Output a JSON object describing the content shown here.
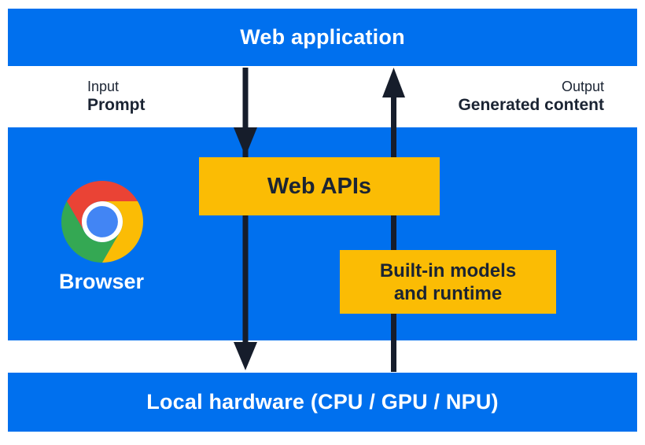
{
  "colors": {
    "panel_blue": "#0070EE",
    "box_yellow": "#FBBC04",
    "text_navy": "#1B2433",
    "arrow_navy": "#161D2B",
    "text_white": "#FFFFFF",
    "chrome_red": "#EA4335",
    "chrome_yellow": "#FBBC05",
    "chrome_green": "#34A853",
    "chrome_blue": "#4285F4"
  },
  "diagram": {
    "top_bar": {
      "label": "Web application"
    },
    "input_group": {
      "caption": "Input",
      "label": "Prompt"
    },
    "output_group": {
      "caption": "Output",
      "label": "Generated content"
    },
    "browser_panel": {
      "label": "Browser"
    },
    "icons": {
      "logo": "chrome-logo-icon",
      "down_arrow": "prompt-flow-down-arrow",
      "up_arrow": "generated-content-up-arrow"
    },
    "web_apis_box": {
      "label": "Web APIs"
    },
    "builtin_box": {
      "line1": "Built-in models",
      "line2": "and runtime"
    },
    "bottom_bar": {
      "label": "Local hardware (CPU / GPU / NPU)"
    }
  }
}
